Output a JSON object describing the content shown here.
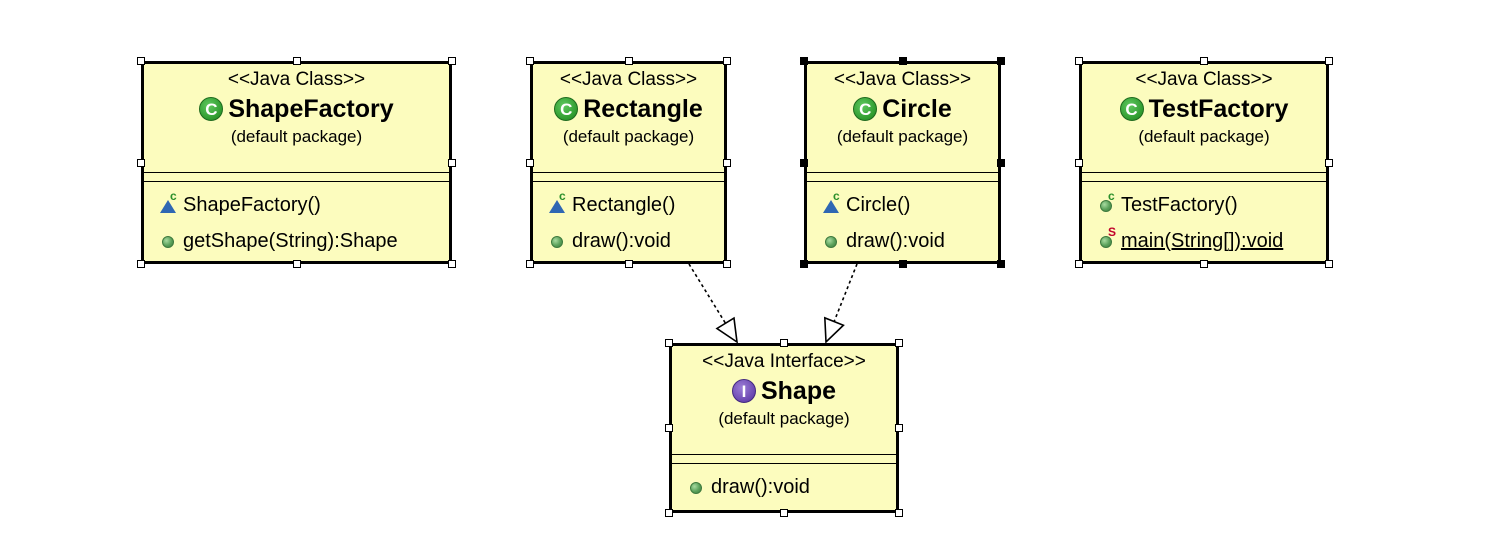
{
  "diagram": {
    "classes": [
      {
        "id": "shapefactory",
        "stereotype": "<<Java Class>>",
        "name": "ShapeFactory",
        "package": "(default package)",
        "kind": "class",
        "members": [
          {
            "text": "ShapeFactory()",
            "icon": "constructor-icon",
            "static": false
          },
          {
            "text": "getShape(String):Shape",
            "icon": "public-method-icon",
            "static": false
          }
        ]
      },
      {
        "id": "rectangle",
        "stereotype": "<<Java Class>>",
        "name": "Rectangle",
        "package": "(default package)",
        "kind": "class",
        "members": [
          {
            "text": "Rectangle()",
            "icon": "constructor-icon",
            "static": false
          },
          {
            "text": "draw():void",
            "icon": "public-method-icon",
            "static": false
          }
        ]
      },
      {
        "id": "circle",
        "stereotype": "<<Java Class>>",
        "name": "Circle",
        "package": "(default package)",
        "kind": "class",
        "members": [
          {
            "text": "Circle()",
            "icon": "constructor-icon",
            "static": false
          },
          {
            "text": "draw():void",
            "icon": "public-method-icon",
            "static": false
          }
        ]
      },
      {
        "id": "testfactory",
        "stereotype": "<<Java Class>>",
        "name": "TestFactory",
        "package": "(default package)",
        "kind": "class",
        "members": [
          {
            "text": "TestFactory()",
            "icon": "public-constructor-icon",
            "static": false
          },
          {
            "text": "main(String[]):void",
            "icon": "static-method-icon",
            "static": true
          }
        ]
      },
      {
        "id": "shape",
        "stereotype": "<<Java Interface>>",
        "name": "Shape",
        "package": "(default package)",
        "kind": "interface",
        "members": [
          {
            "text": "draw():void",
            "icon": "public-method-icon",
            "static": false
          }
        ]
      }
    ],
    "relations": [
      {
        "from": "rectangle",
        "to": "shape",
        "type": "realization"
      },
      {
        "from": "circle",
        "to": "shape",
        "type": "realization"
      }
    ]
  },
  "colors": {
    "box_fill": "#fcfcbe",
    "class_icon": "#2e9a2e",
    "interface_icon": "#6a46b0",
    "method_icon": "#5aa05a",
    "constructor_icon": "#2f67b3",
    "static_marker": "#c0002a"
  }
}
